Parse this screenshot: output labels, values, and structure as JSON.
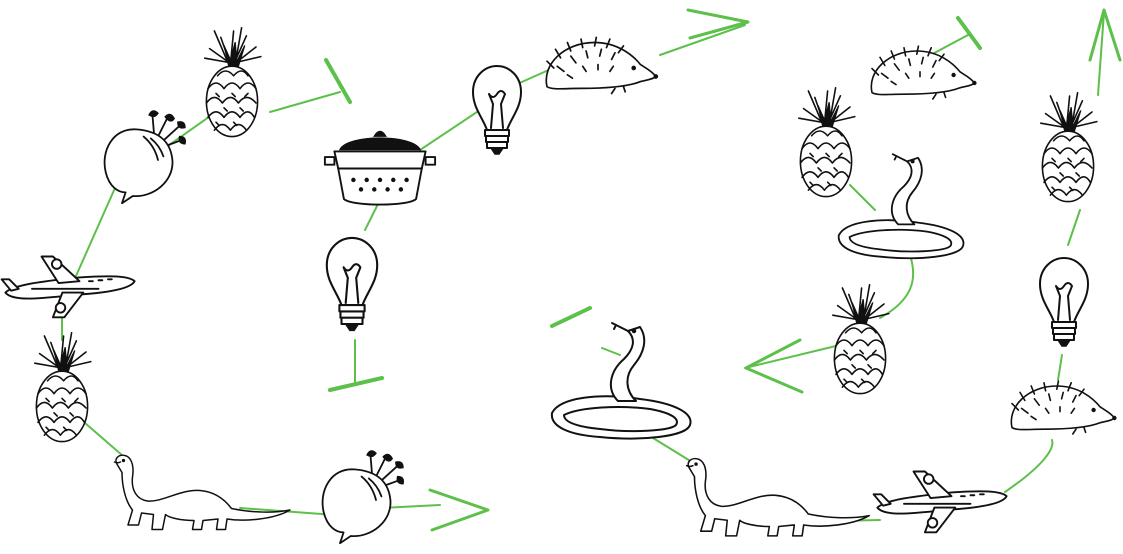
{
  "diagram": {
    "accent_color": "#5cc04b",
    "ink_color": "#111111",
    "icon_kinds": [
      "pineapple-icon",
      "turnip-icon",
      "airplane-icon",
      "dinosaur-icon",
      "pot-icon",
      "lightbulb-icon",
      "hedgehog-icon",
      "snake-icon"
    ],
    "pathway_count": 4,
    "terminal_kinds": [
      "arrow",
      "bar"
    ]
  }
}
